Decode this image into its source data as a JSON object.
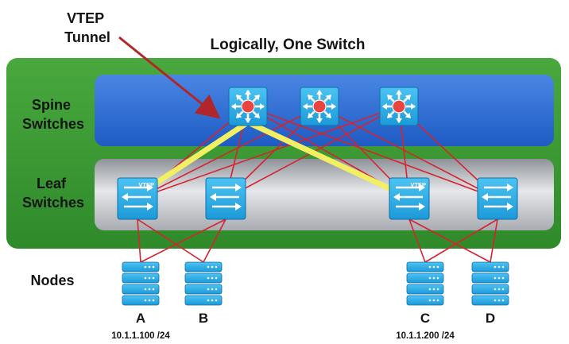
{
  "title": "Logically, One Switch",
  "annotation": {
    "line1": "VTEP",
    "line2": "Tunnel"
  },
  "tiers": {
    "spine": {
      "line1": "Spine",
      "line2": "Switches"
    },
    "leaf": {
      "line1": "Leaf",
      "line2": "Switches"
    },
    "nodes": "Nodes"
  },
  "spines": [
    {
      "id": "spine-1"
    },
    {
      "id": "spine-2"
    },
    {
      "id": "spine-3"
    }
  ],
  "leaves": [
    {
      "id": "leaf-1",
      "badge": "VTEP"
    },
    {
      "id": "leaf-2",
      "badge": ""
    },
    {
      "id": "leaf-3",
      "badge": "VTEP"
    },
    {
      "id": "leaf-4",
      "badge": ""
    }
  ],
  "nodes": [
    {
      "id": "node-a",
      "label": "A",
      "address": "10.1.1.100 /24"
    },
    {
      "id": "node-b",
      "label": "B",
      "address": ""
    },
    {
      "id": "node-c",
      "label": "C",
      "address": "10.1.1.200 /24"
    },
    {
      "id": "node-d",
      "label": "D",
      "address": ""
    }
  ],
  "colors": {
    "fabric_green": "#3f9a36",
    "spine_blue": "#2f6fd6",
    "leaf_gray": "#b9bcc1",
    "device_blue": "#2aaee6",
    "link_red": "#d5232f",
    "tunnel_yellow": "#f3ef62",
    "arrow_darkred": "#b0262a"
  }
}
